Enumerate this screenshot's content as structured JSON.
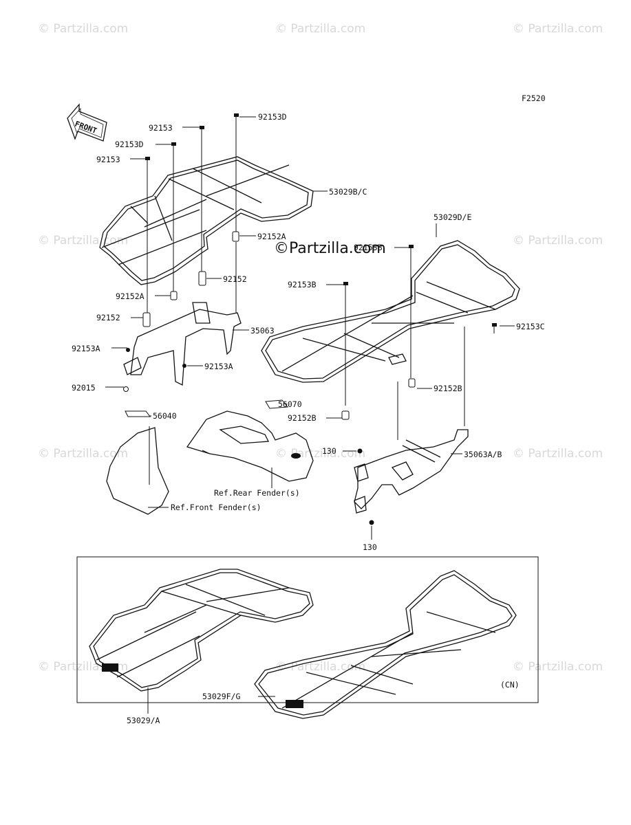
{
  "diagram_code": "F2520",
  "front_label": "FRONT",
  "center_watermark": "©Partzilla.com",
  "watermark": "© Partzilla.com",
  "region_label": "(CN)",
  "parts": {
    "p92153_top": "92153",
    "p92153D_top": "92153D",
    "p92153D_left": "92153D",
    "p92153_left": "92153",
    "p53029BC": "53029B/C",
    "p92152A_right": "92152A",
    "p92152": "92152",
    "p92152A_left": "92152A",
    "p92152_left": "92152",
    "p35063": "35063",
    "p92153A_left": "92153A",
    "p92153A_right": "92153A",
    "p92015": "92015",
    "p56040": "56040",
    "p56070": "56070",
    "p53029DE": "53029D/E",
    "p92153B_top": "92153B",
    "p92153B_mid": "92153B",
    "p92153C": "92153C",
    "p92152B_right": "92152B",
    "p92152B_left": "92152B",
    "p130_top": "130",
    "p35063AB": "35063A/B",
    "p130_bottom": "130",
    "ref_rear": "Ref.Rear Fender(s)",
    "ref_front": "Ref.Front Fender(s)",
    "p53029A": "53029/A",
    "p53029FG": "53029F/G"
  }
}
